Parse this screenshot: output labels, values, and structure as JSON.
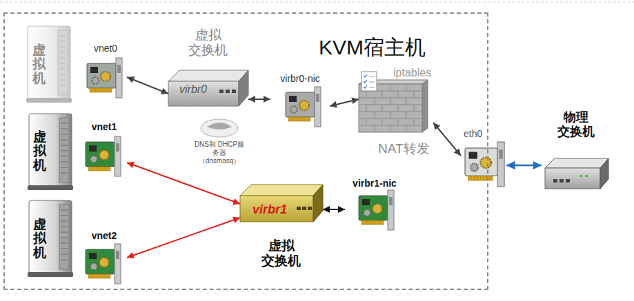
{
  "diagram": {
    "nodes": [
      {
        "text": [
          "KVM宿主机"
        ]
      },
      {
        "text": [
          "虚拟机"
        ],
        "in": 0
      },
      {
        "text": [
          "vnet0"
        ],
        "in": 0
      },
      {
        "text": [
          "虚拟 交换机",
          "virbr0"
        ],
        "in": 0
      },
      {
        "text": [
          "virbr0-nic"
        ],
        "in": 0
      },
      {
        "text": [
          "iptables"
        ],
        "in": 0
      },
      {
        "text": [
          "eth0"
        ],
        "in": 0
      },
      {
        "text": [
          "物理 交换机"
        ]
      },
      {
        "text": [
          "虚拟机"
        ],
        "in": 0
      },
      {
        "text": [
          "vnet1"
        ],
        "in": 0
      },
      {
        "text": [
          "virbr1",
          "虚拟 交换机"
        ],
        "in": 0
      },
      {
        "text": [
          "virbr1-nic"
        ],
        "in": 0
      },
      {
        "text": [
          "虚拟机"
        ],
        "in": 0
      },
      {
        "text": [
          "vnet2"
        ],
        "in": 0
      }
    ],
    "edges": [
      {
        "from": 2,
        "to": 3,
        "arrow": "both"
      },
      {
        "from": 3,
        "to": 4,
        "arrow": "both"
      },
      {
        "from": 4,
        "to": 5,
        "arrow": "both"
      },
      {
        "from": 5,
        "to": 6,
        "arrow": "both"
      },
      {
        "from": 6,
        "to": 7,
        "arrow": "both"
      },
      {
        "from": 9,
        "to": 10,
        "arrow": "both"
      },
      {
        "from": 13,
        "to": 10,
        "arrow": "both"
      },
      {
        "from": 10,
        "to": 11,
        "arrow": "both"
      }
    ],
    "labels": [
      "DNS和 DHCP服务器 （dnsmasq）",
      "NAT转发"
    ]
  }
}
